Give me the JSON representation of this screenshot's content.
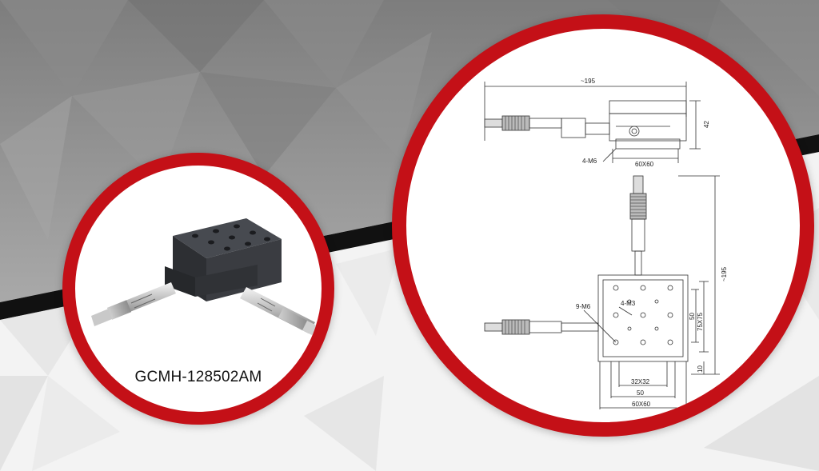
{
  "product": {
    "model": "GCMH-128502AM"
  },
  "drawing": {
    "side_view": {
      "overall_length": "~195",
      "height": "42",
      "base": "60X60",
      "mount_holes": "4-M6"
    },
    "top_view": {
      "overall_length": "~195",
      "holes_top": "9-M6",
      "holes_center": "4-M3",
      "dim_50_vertical": "50",
      "dim_75x75": "75X75",
      "dim_10": "10",
      "dim_32x32": "32X32",
      "dim_50_horizontal": "50",
      "base": "60X60"
    }
  },
  "colors": {
    "ring": "#c41017",
    "band": "#111111",
    "bg_top": "#8f8f8f",
    "bg_bottom": "#f2f2f2"
  }
}
